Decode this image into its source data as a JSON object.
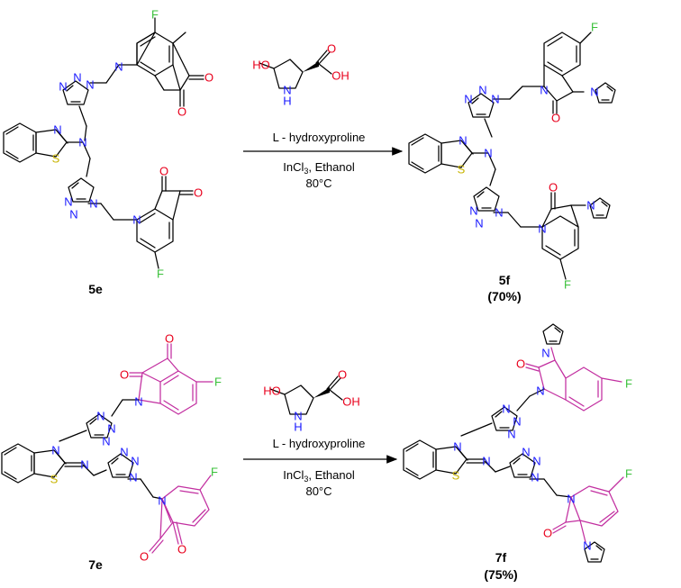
{
  "colors": {
    "nitrogen": "#1a1aff",
    "oxygen": "#e8001c",
    "fluorine": "#3ac03a",
    "sulfur": "#c8b400",
    "isatin_highlight": "#c22fa0",
    "bond": "#000000"
  },
  "atoms": {
    "N": "N",
    "O": "O",
    "F": "F",
    "S": "S",
    "HO": "HO",
    "OH": "OH",
    "H": "H"
  },
  "reaction1": {
    "reactant_label": "5e",
    "reagent_name": "L - hydroxyproline",
    "conditions_line1": "InCl",
    "conditions_sub": "3",
    "conditions_line1_rest": ", Ethanol",
    "temperature": "80°C",
    "product_label": "5f",
    "yield": "(70%)"
  },
  "reaction2": {
    "reactant_label": "7e",
    "reagent_name": "L - hydroxyproline",
    "conditions_line1": "InCl",
    "conditions_sub": "3",
    "conditions_line1_rest": ", Ethanol",
    "temperature": "80°C",
    "product_label": "7f",
    "yield": "(75%)"
  }
}
